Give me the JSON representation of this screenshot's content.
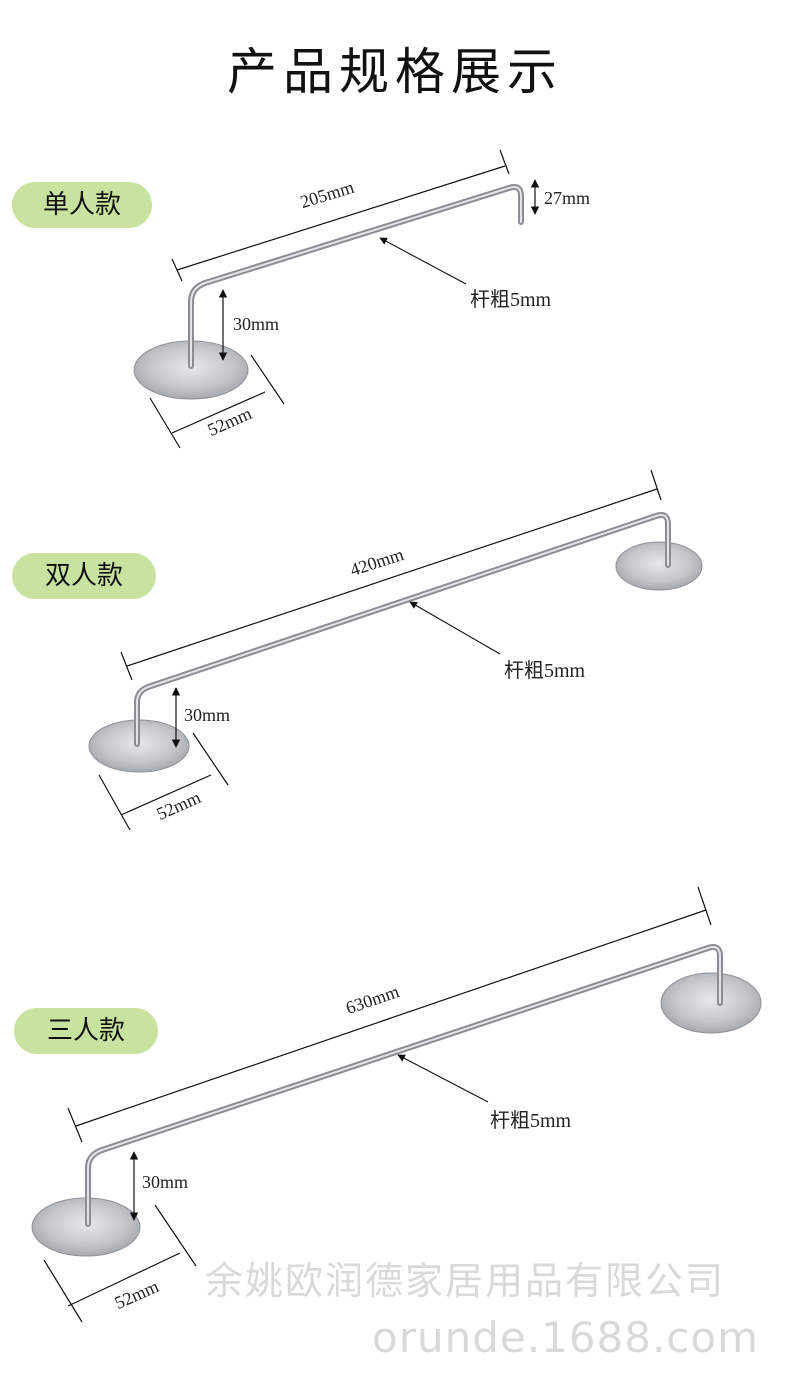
{
  "page": {
    "title": "产品规格展示"
  },
  "products": [
    {
      "badge": "单人款",
      "length_label": "205mm",
      "hook_label": "27mm",
      "rod_label": "杆粗5mm",
      "post_label": "30mm",
      "base_label": "52mm"
    },
    {
      "badge": "双人款",
      "length_label": "420mm",
      "rod_label": "杆粗5mm",
      "post_label": "30mm",
      "base_label": "52mm"
    },
    {
      "badge": "三人款",
      "length_label": "630mm",
      "rod_label": "杆粗5mm",
      "post_label": "30mm",
      "base_label": "52mm"
    }
  ],
  "watermark": {
    "company": "余姚欧润德家居用品有限公司",
    "site": "orunde.1688.com"
  },
  "colors": {
    "badge_bg": "#c9e29f",
    "steel": "#b8bcc0",
    "watermark": "#d9d9d9"
  }
}
